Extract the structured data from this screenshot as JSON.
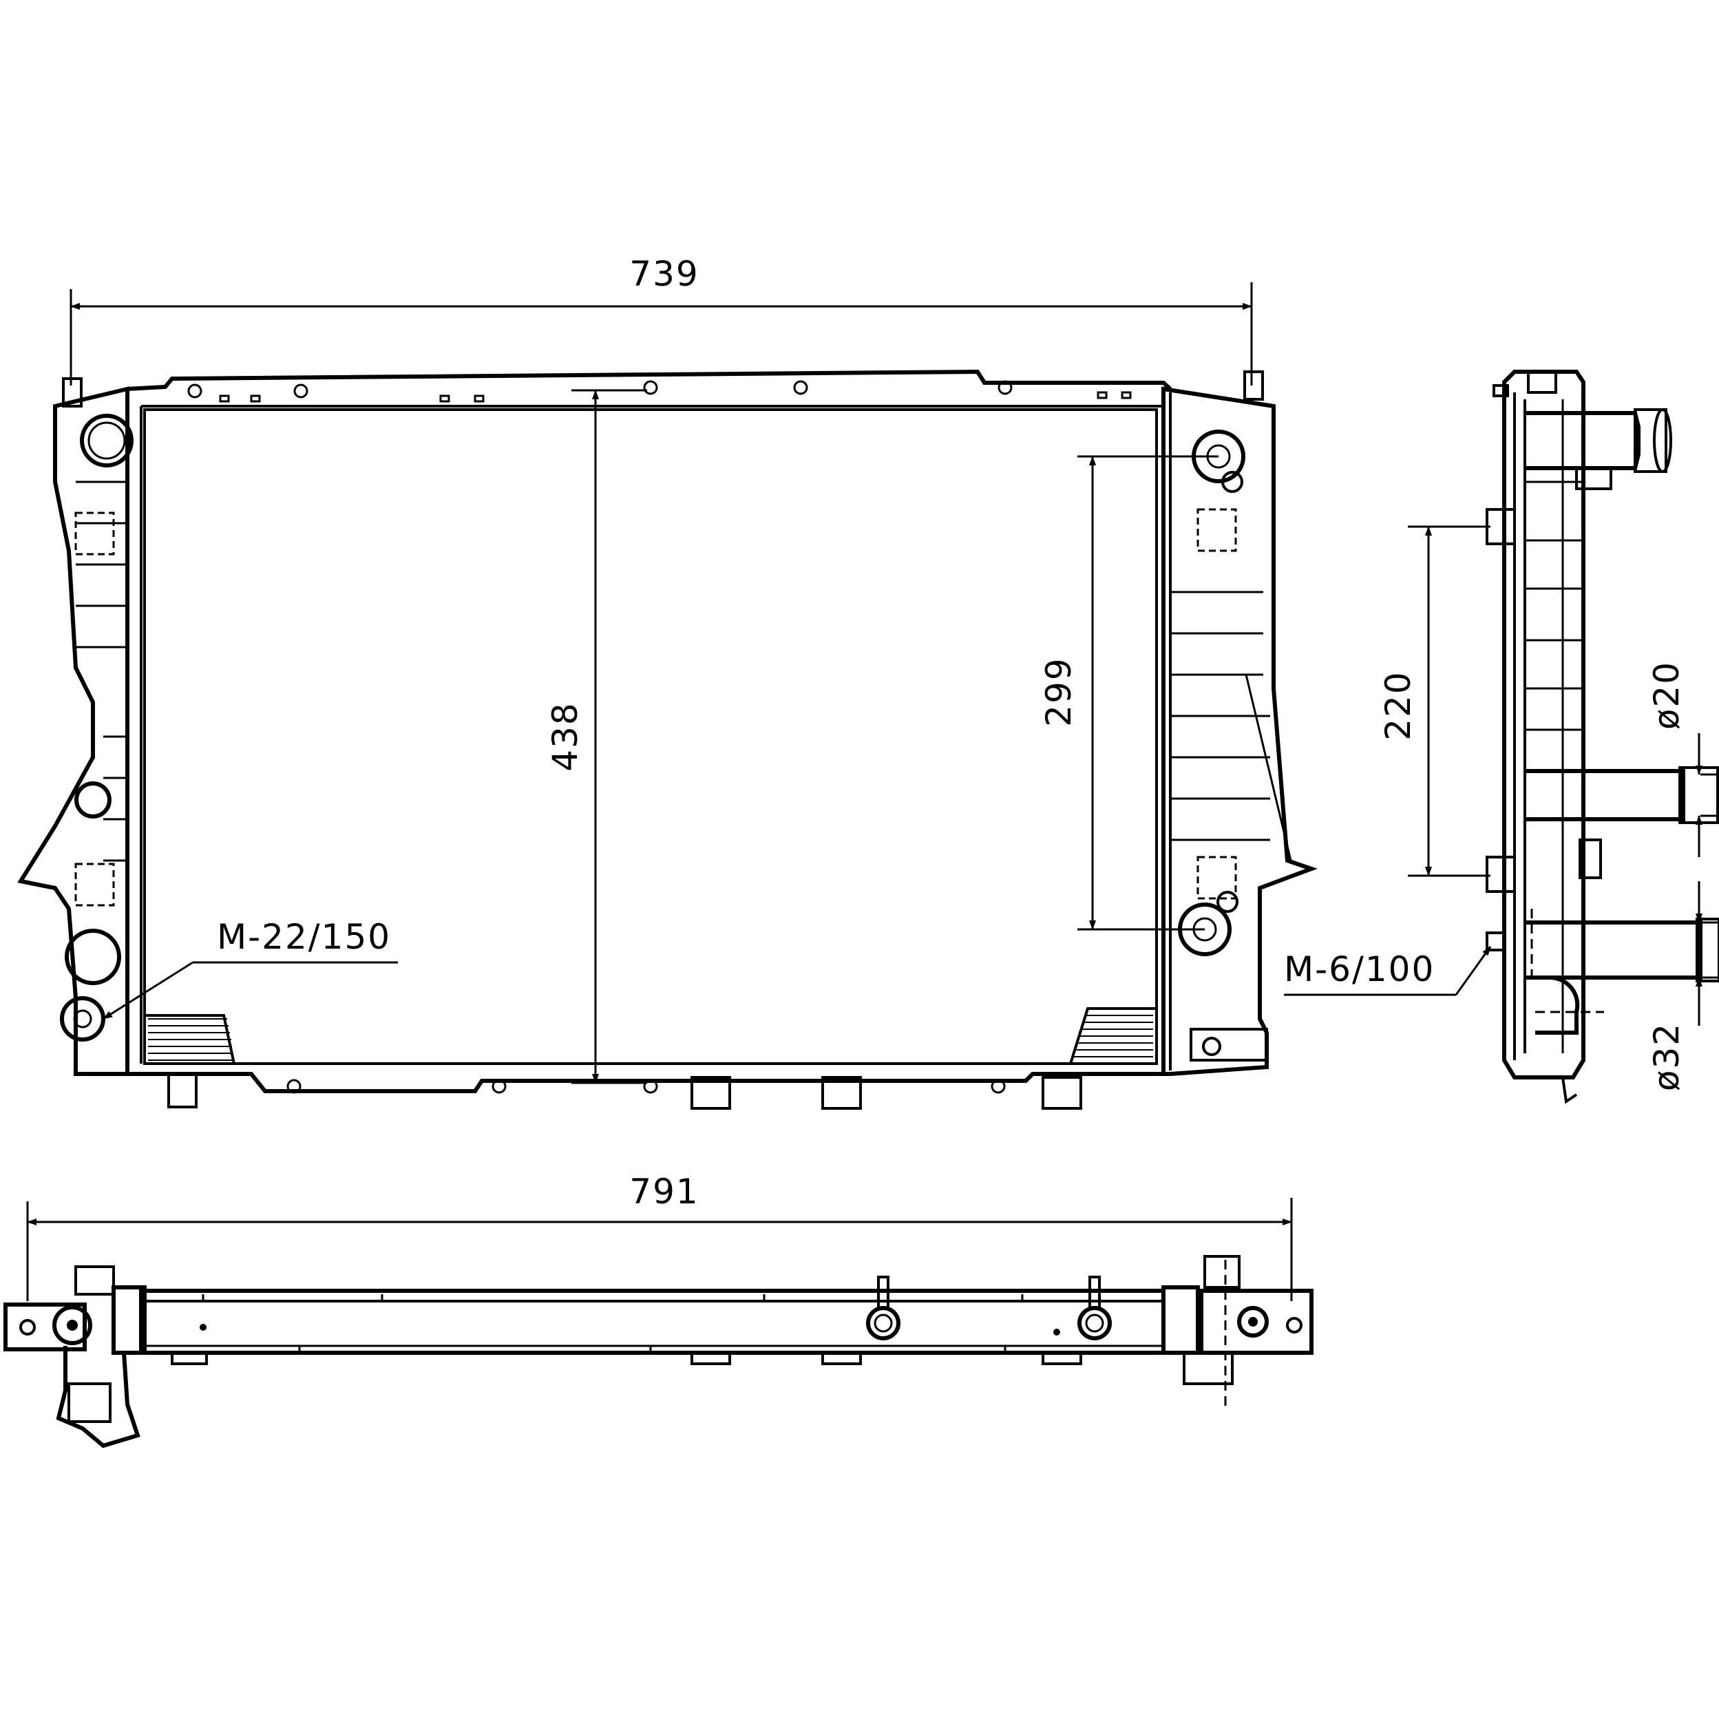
{
  "dimensions": {
    "width_top": "739",
    "height_core": "438",
    "inlet_spacing": "299",
    "outlet_spacing": "220",
    "overall_width": "791"
  },
  "callouts": {
    "thread_left": "M-22/150",
    "thread_right": "M-6/100"
  },
  "diameters": {
    "upper": "ø20",
    "lower": "ø32"
  }
}
